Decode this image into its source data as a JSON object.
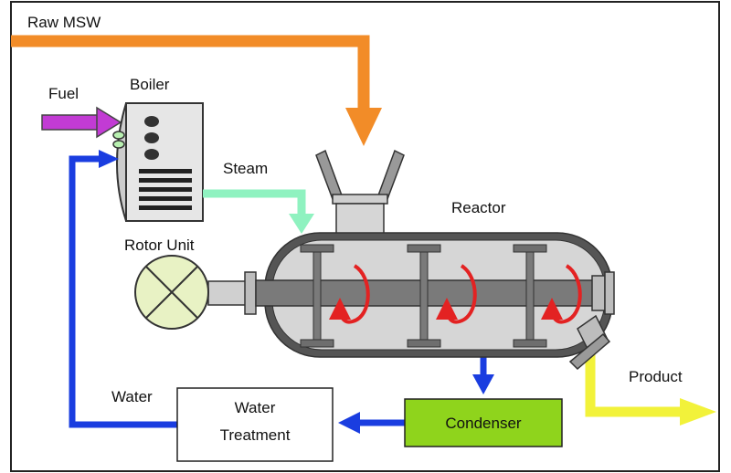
{
  "labels": {
    "raw_msw": "Raw MSW",
    "fuel": "Fuel",
    "boiler": "Boiler",
    "steam": "Steam",
    "reactor": "Reactor",
    "rotor_unit": "Rotor Unit",
    "product": "Product",
    "water": "Water",
    "water_treatment_line1": "Water",
    "water_treatment_line2": "Treatment",
    "condenser": "Condenser"
  },
  "colors": {
    "raw_msw_flow": "#f28c28",
    "fuel_flow": "#c23bd4",
    "steam_flow": "#8ff2c0",
    "water_flow": "#1a3de0",
    "product_flow": "#f2f23a",
    "reactor_body": "#d6d6d6",
    "shaft": "#7a7a7a",
    "rotor": "#e8f2c4",
    "condenser": "#8fd41c",
    "mixing_arrow": "#e32222"
  }
}
